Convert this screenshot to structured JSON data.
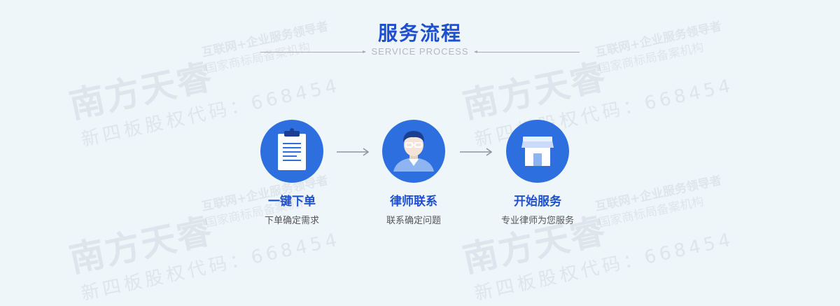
{
  "title": "服务流程",
  "subtitle": "SERVICE PROCESS",
  "steps": [
    {
      "title": "一键下单",
      "desc": "下单确定需求",
      "icon": "clipboard-icon"
    },
    {
      "title": "律师联系",
      "desc": "联系确定问题",
      "icon": "lawyer-icon"
    },
    {
      "title": "开始服务",
      "desc": "专业律师为您服务",
      "icon": "shop-icon"
    }
  ],
  "watermark": {
    "brand": "南方天睿",
    "tagline": "互联网+企业服务领导者",
    "tagline2": "国家商标局备案机构",
    "code": "新四板股权代码：668454"
  },
  "colors": {
    "primary": "#2e6fe0",
    "title": "#1f4fd1",
    "background": "#eef6fa"
  }
}
